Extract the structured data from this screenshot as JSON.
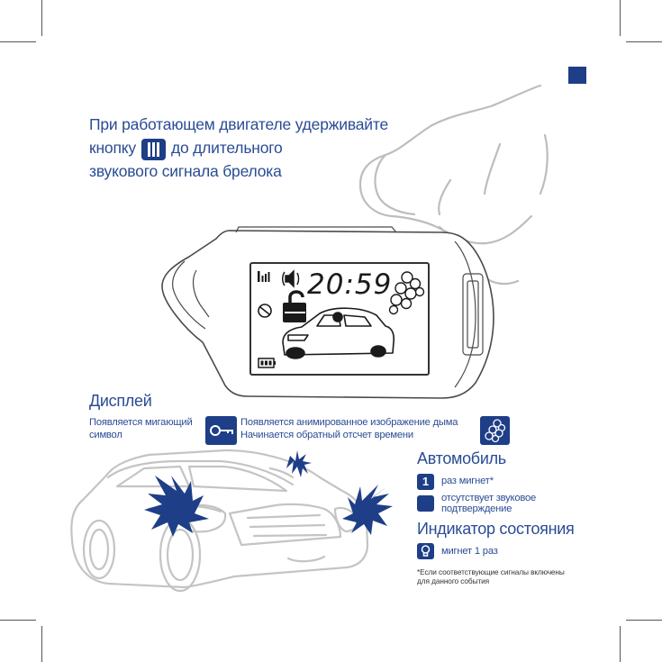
{
  "instruction": {
    "line1": "При работающем двигателе удерживайте",
    "line2_before": "кнопку",
    "line2_after": "до длительного",
    "line3": "звукового сигнала брелока"
  },
  "lcd": {
    "time": "20:59"
  },
  "display_section": {
    "title": "Дисплей",
    "blink_text_line1": "Появляется мигающий",
    "blink_text_line2": "символ",
    "smoke_text_line1": "Появляется анимированное изображение дыма",
    "smoke_text_line2": "Начинается обратный отсчет времени"
  },
  "car_section": {
    "title": "Автомобиль",
    "badge_number": "1",
    "flash_text": "раз мигнет*",
    "no_sound_line1": "отсутствует звуковое",
    "no_sound_line2": "подтверждение"
  },
  "status_section": {
    "title": "Индикатор состояния",
    "flash_text": "мигнет 1 раз"
  },
  "footnote": {
    "line1": "*Если соответствующие сигналы включены",
    "line2": "для данного события"
  },
  "colors": {
    "brand_blue": "#1e3e87",
    "text_blue": "#2a4c94",
    "outline_gray": "#4a4a4a",
    "car_gray": "#c4c4c4"
  },
  "icons": [
    "button-three-bars-icon",
    "key-icon",
    "smoke-icon",
    "bulb-icon",
    "signal-icon",
    "speaker-icon",
    "lock-open-icon",
    "battery-icon",
    "no-horn-icon",
    "flash-burst-icon"
  ]
}
